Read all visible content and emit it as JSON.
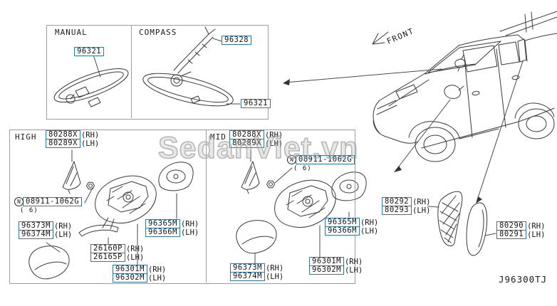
{
  "watermark": "SedanViet.vn",
  "diagram_code": "J96300TJ",
  "front_label": "FRONT",
  "sides": {
    "rh": "(RH)",
    "lh": "(LH)"
  },
  "interior": {
    "manual_title": "MANUAL",
    "compass_title": "COMPASS",
    "manual_mirror": "96321",
    "compass_bracket": "96328",
    "compass_mirror": "96321"
  },
  "door": {
    "high_title": "HIGH",
    "mid_title": "MID",
    "high": {
      "corner_cover_rh": "80288X",
      "corner_cover_lh": "80289X",
      "nut_symbol": "N",
      "nut_part": "08911-1062G",
      "nut_qty": "( 6)",
      "cap_rh": "96373M",
      "cap_lh": "96374M",
      "lamp_rh": "26160P",
      "lamp_lh": "26165P",
      "body_rh": "96301M",
      "body_lh": "96302M",
      "glass_rh": "96365M",
      "glass_lh": "96366M"
    },
    "mid": {
      "corner_cover_rh": "80288X",
      "corner_cover_lh": "80289X",
      "nut_symbol": "N",
      "nut_part": "08911-1062G",
      "nut_qty": "( 6)",
      "cap_rh": "96373M",
      "cap_lh": "96374M",
      "body_rh": "96301M",
      "body_lh": "96302M",
      "glass_rh": "96365M",
      "glass_lh": "96366M"
    }
  },
  "body_side": {
    "front_corner_rh": "80292",
    "front_corner_lh": "80293",
    "rear_corner_rh": "80290",
    "rear_corner_lh": "80291"
  }
}
